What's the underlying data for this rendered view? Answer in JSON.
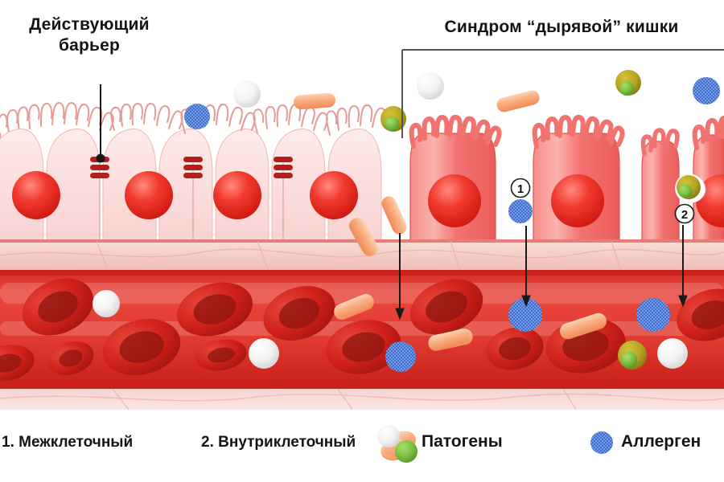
{
  "diagram": {
    "title_left": {
      "line1": "Действующий",
      "line2": "барьер"
    },
    "title_right": "Синдром “дырявой” кишки",
    "markers": [
      {
        "id": "1",
        "glyph": "1",
        "meaning": "paracellular-route"
      },
      {
        "id": "2",
        "glyph": "2",
        "meaning": "transcellular-route"
      }
    ],
    "legend": [
      {
        "key": "paracellular",
        "label": "1. Межклеточный",
        "icon": "none"
      },
      {
        "key": "transcellular",
        "label": "2. Внутриклеточный",
        "icon": "none"
      },
      {
        "key": "pathogens",
        "label": "Патогены",
        "icon": "pathogen-cluster-icon"
      },
      {
        "key": "allergen",
        "label": "Аллерген",
        "icon": "allergen-sphere-icon"
      }
    ],
    "colors": {
      "text": "#141414",
      "healthy_cell_fill": "#fbdedd",
      "leaky_cell_fill": "#f2726f",
      "nucleus_red": "#ee2a22",
      "tight_junction": "#b3201c",
      "vessel_lumen": "#e23c33",
      "vessel_wall": "#f6cfcb",
      "rbc_red": "#d7251f",
      "rbc_dark": "#8e1512",
      "allergen_blue": "#3f6fd0",
      "pathogen_rod": "#f6a878",
      "pathogen_green": "#7bc043",
      "pathogen_olive": "#b5a321",
      "wbc_white": "#f4f4f4",
      "arrow": "#1a1a1a"
    },
    "sections": {
      "healthy": {
        "name": "intact-barrier",
        "cell_count": 4,
        "tight_junction_count": 3
      },
      "leaky": {
        "name": "leaky-barrier",
        "cell_count": 4,
        "gap_count": 3
      }
    },
    "particles": {
      "allergen_count": 8,
      "rod_count": 8,
      "white_sphere_count": 5,
      "green_pathogen_count": 5,
      "rbc_count": 14
    },
    "arrows": [
      {
        "name": "barrier-pointer",
        "from": "label-barrier",
        "to": "tight-junction"
      },
      {
        "name": "leak-arrow-1",
        "to": "bloodstream"
      },
      {
        "name": "leak-arrow-2",
        "to": "bloodstream"
      },
      {
        "name": "leak-arrow-3",
        "to": "bloodstream"
      }
    ]
  }
}
